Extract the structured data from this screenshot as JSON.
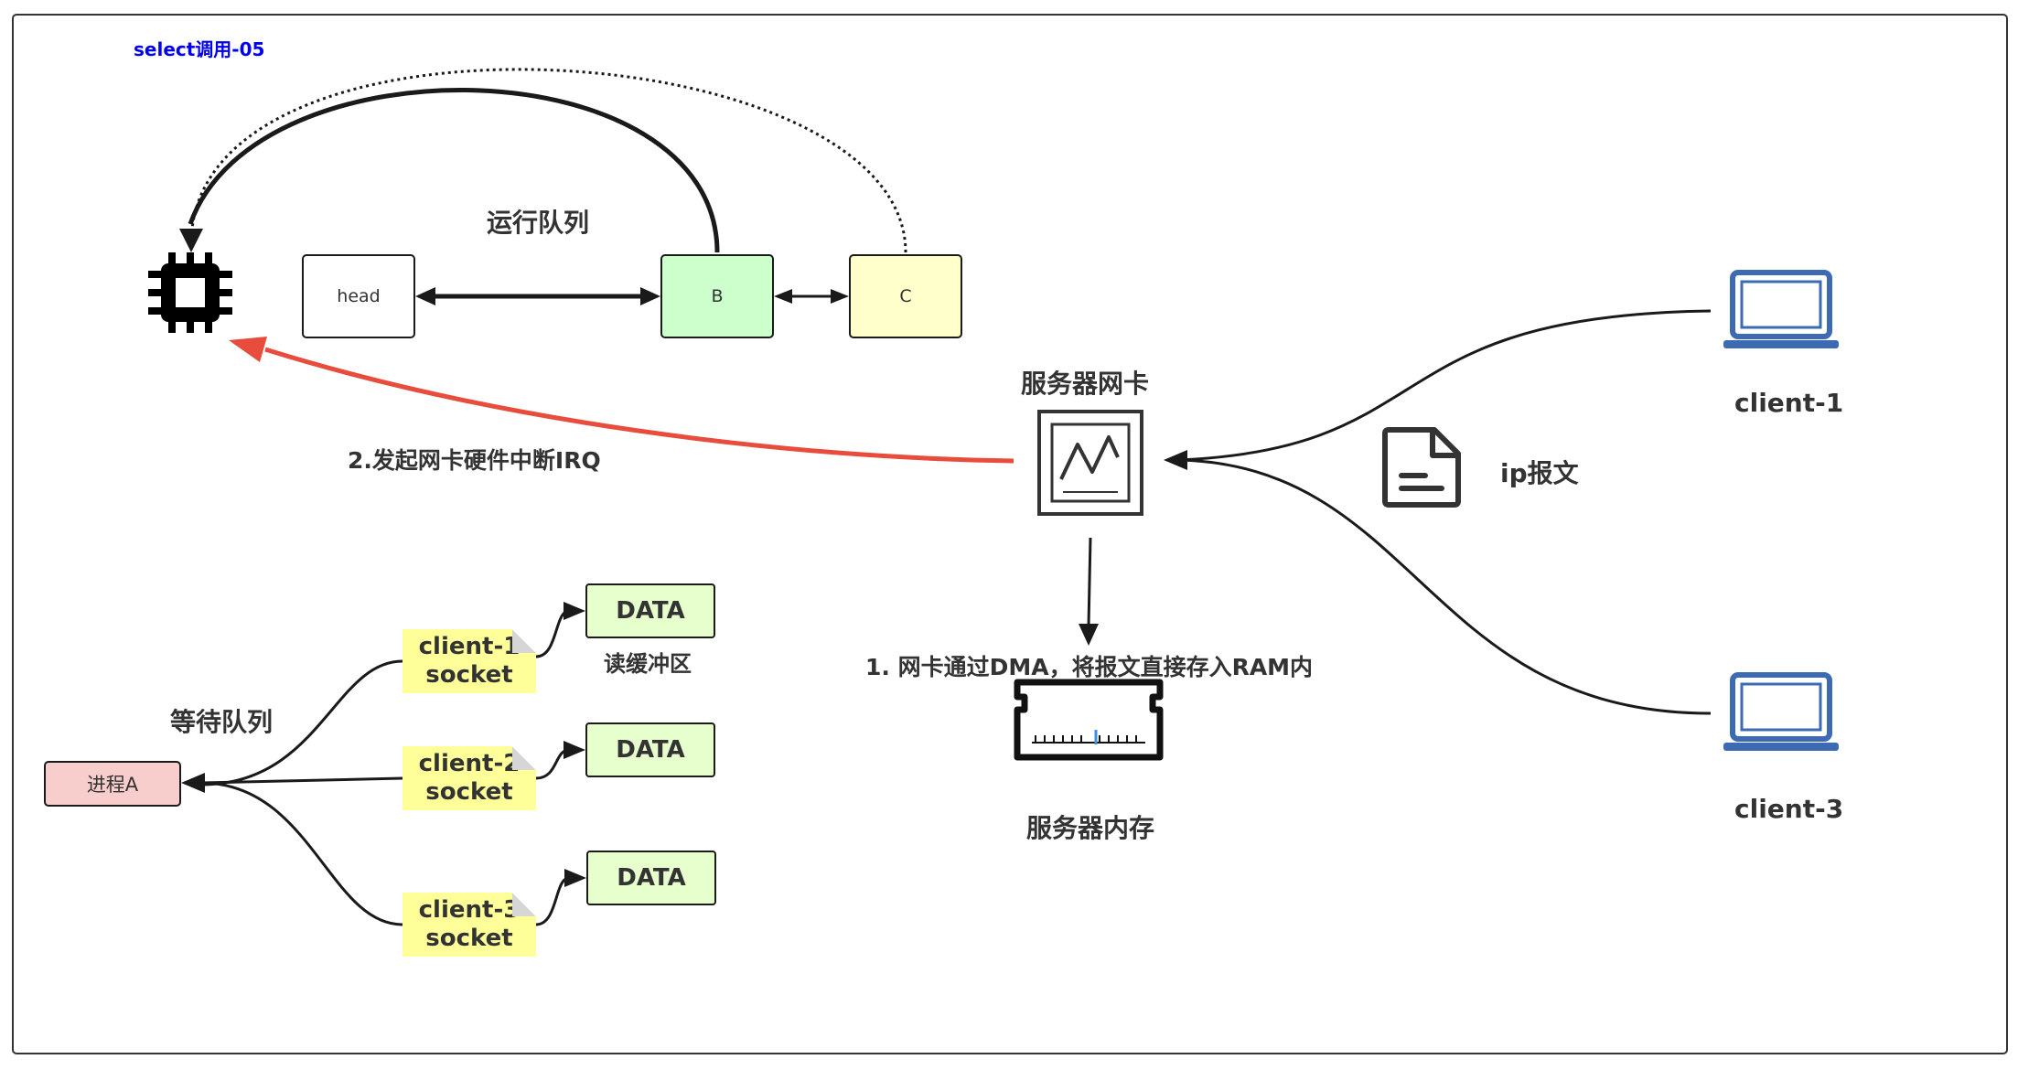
{
  "title": "select调用-05",
  "run_queue": {
    "label": "运行队列",
    "head": "head",
    "b": "B",
    "c": "C"
  },
  "nic": {
    "label": "服务器网卡",
    "irq_label": "2.发起网卡硬件中断IRQ",
    "dma_label": "1. 网卡通过DMA，将报文直接存入RAM内"
  },
  "memory": {
    "label": "服务器内存"
  },
  "packet": {
    "label": "ip报文"
  },
  "clients": {
    "c1": "client-1",
    "c3": "client-3"
  },
  "wait_queue": {
    "label": "等待队列",
    "process": "进程A",
    "sockets": [
      {
        "name": "client-1",
        "sub": "socket",
        "data": "DATA"
      },
      {
        "name": "client-2",
        "sub": "socket",
        "data": "DATA"
      },
      {
        "name": "client-3",
        "sub": "socket",
        "data": "DATA"
      }
    ],
    "buffer_label": "读缓冲区"
  },
  "colors": {
    "irq_arrow": "#e74c3c",
    "title": "#0000ee",
    "b_fill": "#ccffcc",
    "c_fill": "#ffffcc",
    "process_fill": "#f8cecc",
    "socket_fill": "#ffff99",
    "data_fill": "#e6ffcc",
    "laptop": "#3d6bb3"
  },
  "icons": {
    "cpu": "cpu-chip-icon",
    "nic": "network-card-icon",
    "ram": "memory-module-icon",
    "document": "document-icon",
    "laptop": "laptop-icon"
  }
}
